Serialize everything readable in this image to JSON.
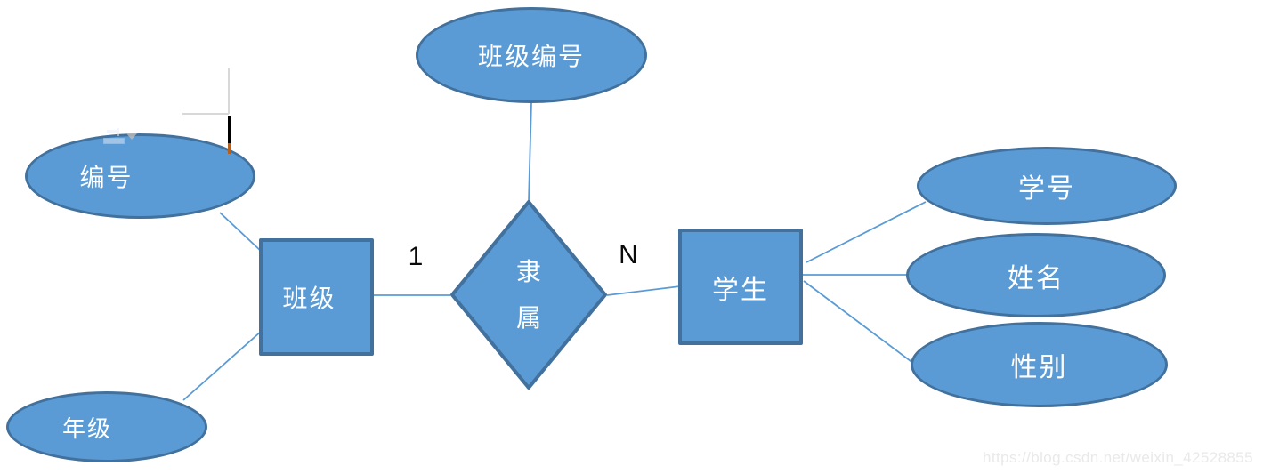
{
  "er_diagram": {
    "entities": [
      {
        "id": "class",
        "label": "班级"
      },
      {
        "id": "student",
        "label": "学生"
      }
    ],
    "relationship": {
      "label": "隶属",
      "label_lines": [
        "隶",
        "属"
      ],
      "cardinality_class_side": "1",
      "cardinality_student_side": "N"
    },
    "class_attributes": [
      {
        "label": "班级编号"
      },
      {
        "label": "编号"
      },
      {
        "label": "年级"
      }
    ],
    "student_attributes": [
      {
        "label": "学号"
      },
      {
        "label": "姓名"
      },
      {
        "label": "性别"
      }
    ],
    "colors": {
      "shape_fill": "#5B9BD5",
      "shape_border": "#41719C",
      "connector": "#5B9BD5",
      "shape_text": "#FFFFFF",
      "cardinality_text": "#0A0A0A",
      "watermark_text": "#E9E9E9"
    }
  },
  "watermark": {
    "text": "https://blog.csdn.net/weixin_42528855"
  }
}
